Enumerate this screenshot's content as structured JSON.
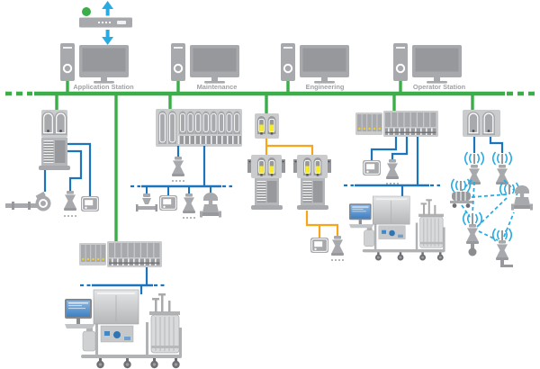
{
  "diagram": {
    "description": "Process control system network architecture",
    "stations": [
      {
        "id": "application-station",
        "label": "Application Station"
      },
      {
        "id": "maintenance",
        "label": "Maintenance"
      },
      {
        "id": "engineering",
        "label": "Engineering"
      },
      {
        "id": "operator-station",
        "label": "Operator Station"
      }
    ],
    "colors": {
      "network_green": "#3BAD49",
      "cable_blue": "#1C75BC",
      "cable_orange": "#F9A51A",
      "wireless_cyan": "#29ABE2",
      "device_gray": "#A7A9AC",
      "device_gray_dark": "#97999C",
      "device_frame_light": "#C9CBCD",
      "charm_yellow": "#F9ED21",
      "led_yellow": "#F7D117"
    },
    "icons": [
      {
        "name": "network-switch-icon"
      },
      {
        "name": "status-dot-icon"
      },
      {
        "name": "up-arrow-icon"
      },
      {
        "name": "down-arrow-icon"
      },
      {
        "name": "workstation-icon"
      },
      {
        "name": "redundant-controller-icon"
      },
      {
        "name": "io-rack-icon"
      },
      {
        "name": "charm-io-module-icon"
      },
      {
        "name": "remote-charm-rack-icon"
      },
      {
        "name": "plc-rack-icon"
      },
      {
        "name": "wireless-gateway-icon"
      },
      {
        "name": "wireless-transmitter-icon"
      },
      {
        "name": "flow-meter-icon"
      },
      {
        "name": "control-valve-icon"
      },
      {
        "name": "valve-transmitter-icon"
      },
      {
        "name": "transmitter-display-icon"
      },
      {
        "name": "process-skid-icon"
      }
    ]
  }
}
